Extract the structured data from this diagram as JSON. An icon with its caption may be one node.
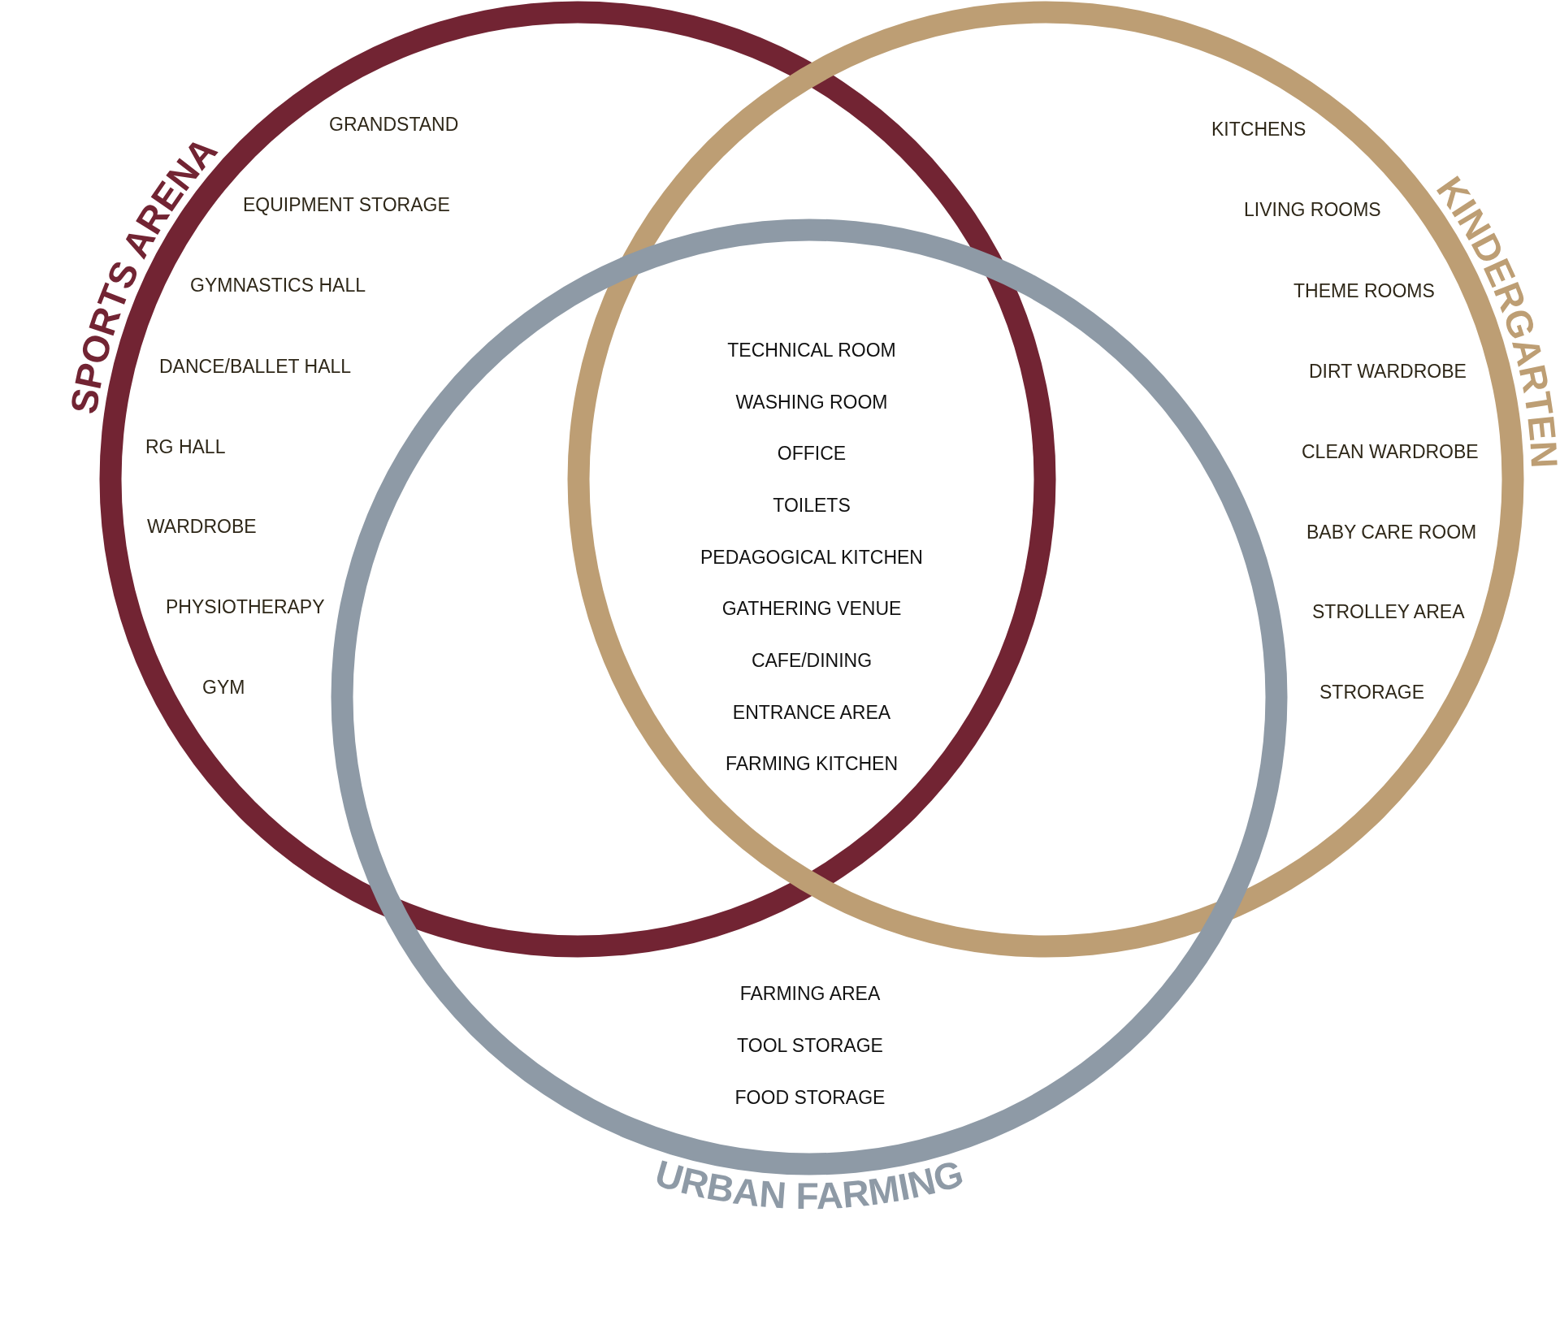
{
  "diagram": {
    "nodes": [
      {
        "text": [
          "SPORTS ARENA"
        ]
      },
      {
        "text": [
          "KINDERGARTEN"
        ]
      },
      {
        "text": [
          "URBAN FARMING"
        ]
      }
    ],
    "labels": [
      "GRANDSTAND",
      "EQUIPMENT STORAGE",
      "GYMNASTICS HALL",
      "DANCE/BALLET HALL",
      "RG HALL",
      "WARDROBE",
      "PHYSIOTHERAPY",
      "GYM",
      "TECHNICAL ROOM",
      "WASHING ROOM",
      "OFFICE",
      "TOILETS",
      "PEDAGOGICAL KITCHEN",
      "GATHERING VENUE",
      "CAFE/DINING",
      "ENTRANCE AREA",
      "FARMING KITCHEN",
      "KITCHENS",
      "LIVING ROOMS",
      "THEME ROOMS",
      "DIRT WARDROBE",
      "CLEAN WARDROBE",
      "BABY CARE ROOM",
      "STROLLEY AREA",
      "STRORAGE",
      "FARMING AREA",
      "TOOL STORAGE",
      "FOOD STORAGE"
    ]
  }
}
